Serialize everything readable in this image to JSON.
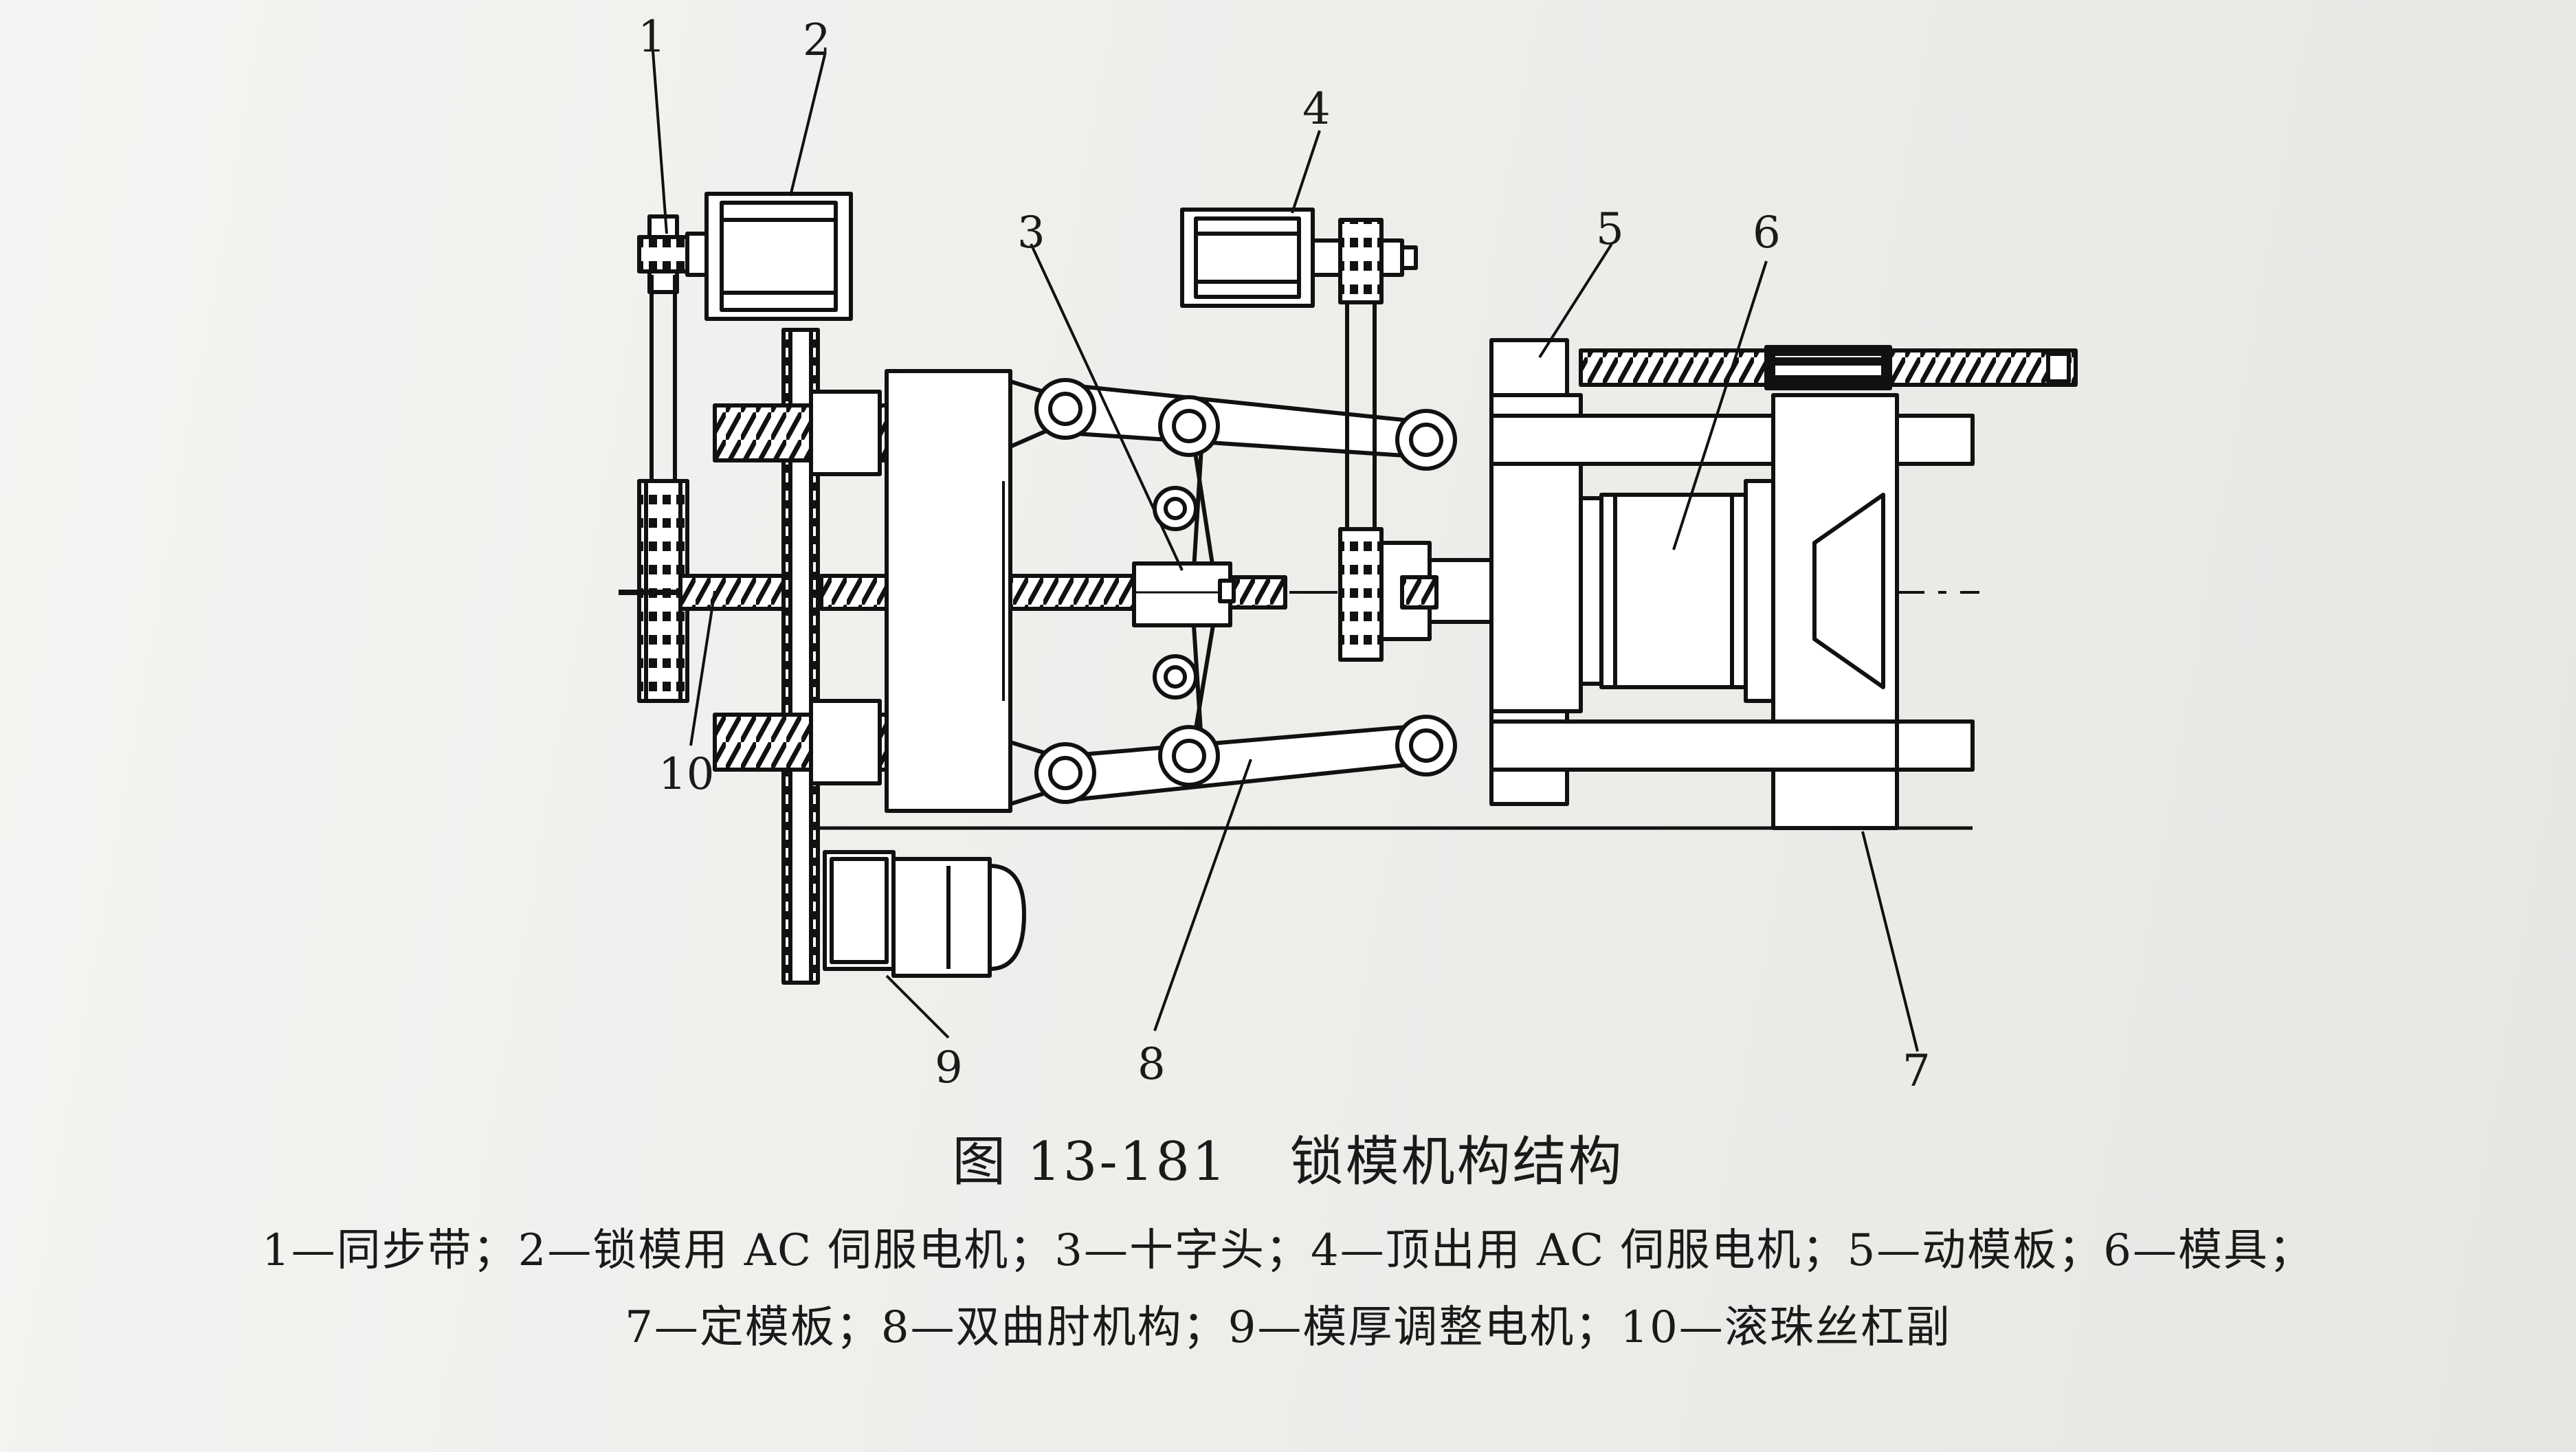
{
  "labels": [
    "1",
    "2",
    "3",
    "4",
    "5",
    "6",
    "7",
    "8",
    "9",
    "10"
  ],
  "caption": {
    "figure_number": "图 13-181",
    "title": "锁模机构结构"
  },
  "legend": {
    "line1": "1—同步带；2—锁模用 AC 伺服电机；3—十字头；4—顶出用 AC 伺服电机；5—动模板；6—模具；",
    "line2": "7—定模板；8—双曲肘机构；9—模厚调整电机；10—滚珠丝杠副"
  }
}
